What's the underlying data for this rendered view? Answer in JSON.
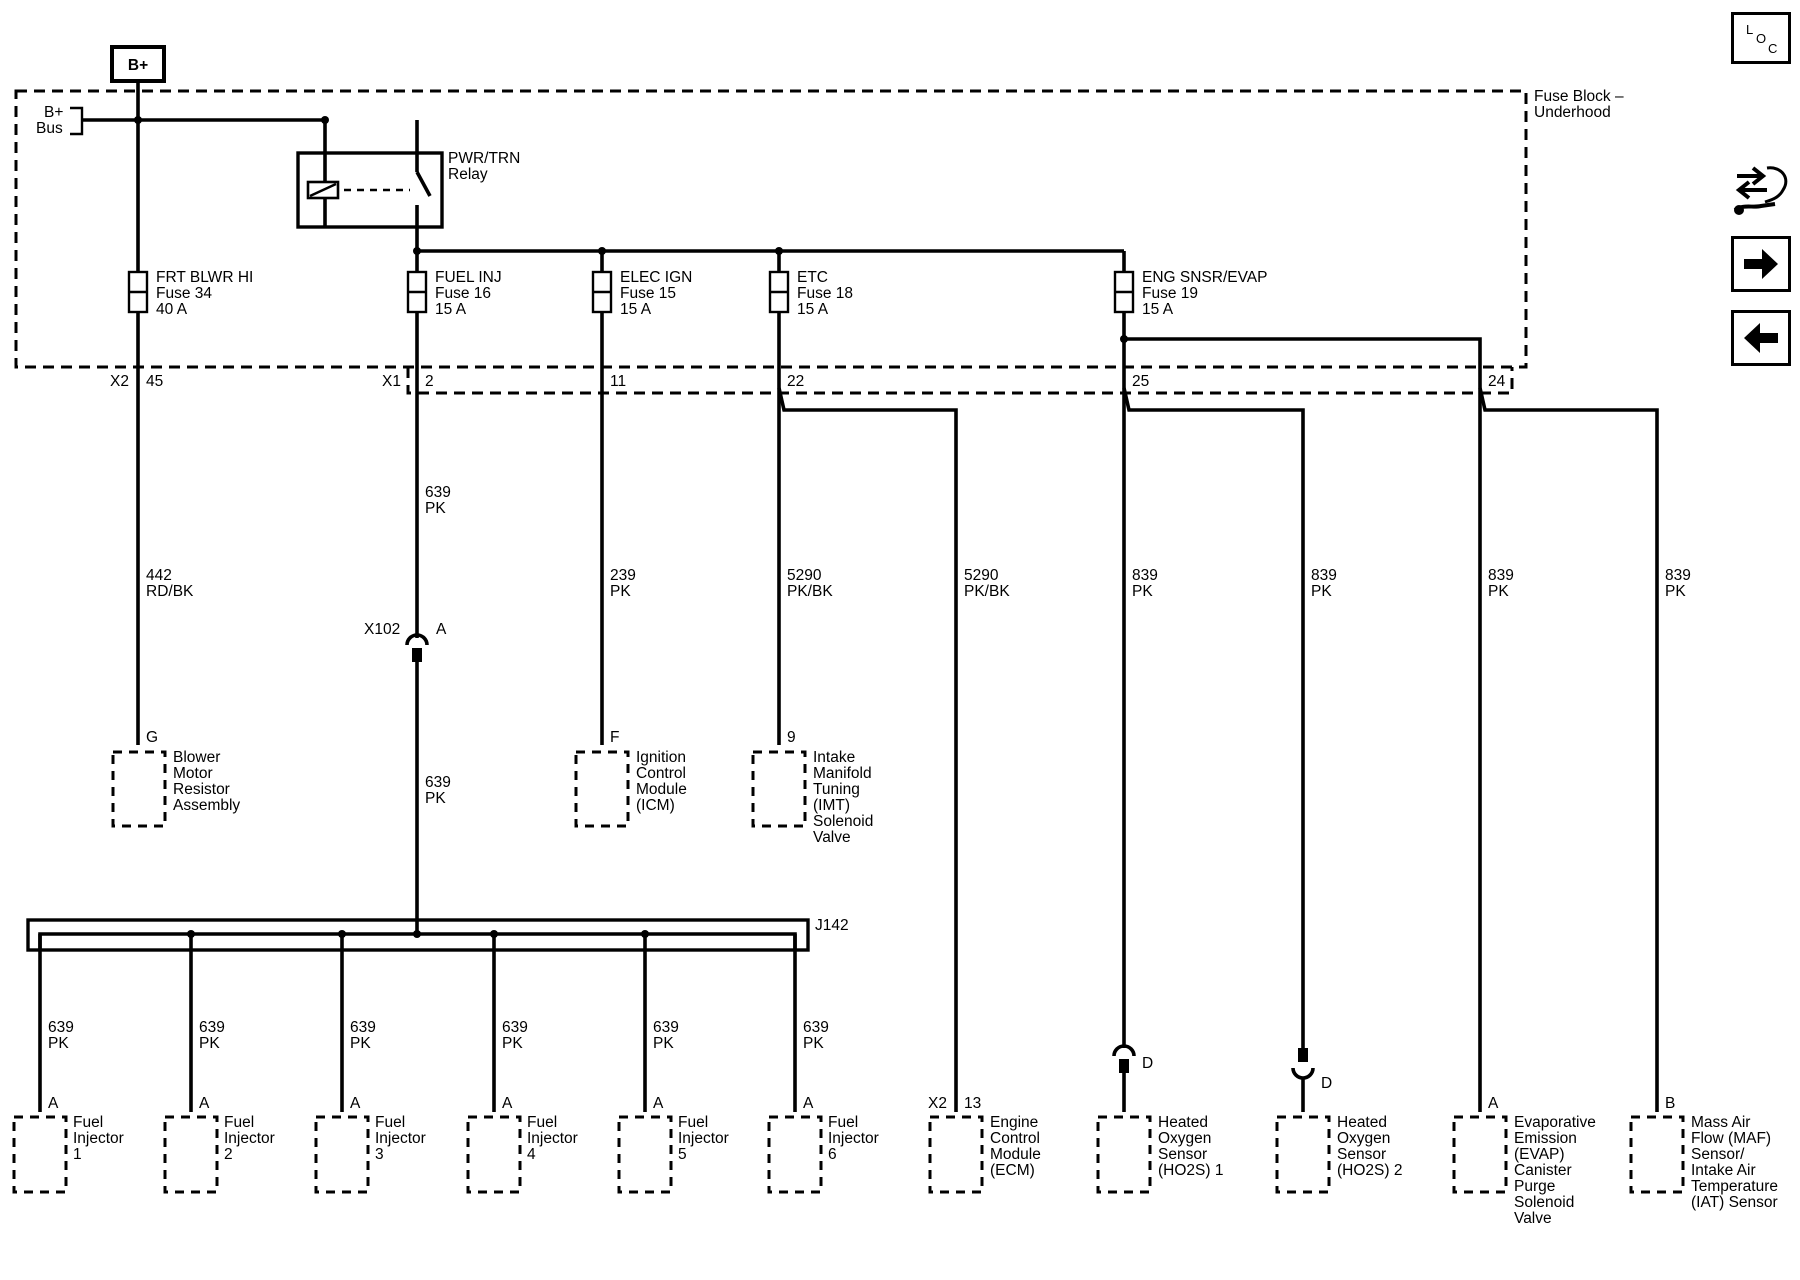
{
  "header": {
    "battery_label": "B+",
    "loc_letters": [
      "L",
      "O",
      "C"
    ]
  },
  "fuse_block": {
    "title_line1": "Fuse Block –",
    "title_line2": "Underhood",
    "bus_line1": "B+",
    "bus_line2": "Bus",
    "relay_line1": "PWR/TRN",
    "relay_line2": "Relay"
  },
  "fuses": [
    {
      "name": "FRT BLWR HI",
      "number": "Fuse 34",
      "rating": "40 A"
    },
    {
      "name": "FUEL INJ",
      "number": "Fuse 16",
      "rating": "15 A"
    },
    {
      "name": "ELEC IGN",
      "number": "Fuse 15",
      "rating": "15 A"
    },
    {
      "name": "ETC",
      "number": "Fuse 18",
      "rating": "15 A"
    },
    {
      "name": "ENG SNSR/EVAP",
      "number": "Fuse 19",
      "rating": "15 A"
    }
  ],
  "connectors": {
    "x2": "X2",
    "x2_pin": "45",
    "x1": "X1",
    "x1_pins": [
      "2",
      "11",
      "22",
      "25",
      "24"
    ],
    "x102": "X102",
    "x102_pin": "A",
    "j142": "J142",
    "ecm_conn": "X2",
    "ecm_pin": "13"
  },
  "wires": {
    "blower": {
      "circuit": "442",
      "color": "RD/BK"
    },
    "fuel_inj_upper": {
      "circuit": "639",
      "color": "PK"
    },
    "fuel_inj_lower": {
      "circuit": "639",
      "color": "PK"
    },
    "icm": {
      "circuit": "239",
      "color": "PK"
    },
    "imt": {
      "circuit": "5290",
      "color": "PK/BK"
    },
    "ecm": {
      "circuit": "5290",
      "color": "PK/BK"
    },
    "ho2s1": {
      "circuit": "839",
      "color": "PK"
    },
    "ho2s2": {
      "circuit": "839",
      "color": "PK"
    },
    "evap": {
      "circuit": "839",
      "color": "PK"
    },
    "maf": {
      "circuit": "839",
      "color": "PK"
    },
    "injector_circuit": "639",
    "injector_color": "PK"
  },
  "upper_components": [
    {
      "pin": "G",
      "lines": [
        "Blower",
        "Motor",
        "Resistor",
        "Assembly"
      ]
    },
    {
      "pin": "F",
      "lines": [
        "Ignition",
        "Control",
        "Module",
        "(ICM)"
      ]
    },
    {
      "pin": "9",
      "lines": [
        "Intake",
        "Manifold",
        "Tuning",
        "(IMT)",
        "Solenoid",
        "Valve"
      ]
    }
  ],
  "injectors": [
    {
      "pin": "A",
      "line1": "Fuel",
      "line2": "Injector",
      "line3": "1"
    },
    {
      "pin": "A",
      "line1": "Fuel",
      "line2": "Injector",
      "line3": "2"
    },
    {
      "pin": "A",
      "line1": "Fuel",
      "line2": "Injector",
      "line3": "3"
    },
    {
      "pin": "A",
      "line1": "Fuel",
      "line2": "Injector",
      "line3": "4"
    },
    {
      "pin": "A",
      "line1": "Fuel",
      "line2": "Injector",
      "line3": "5"
    },
    {
      "pin": "A",
      "line1": "Fuel",
      "line2": "Injector",
      "line3": "6"
    }
  ],
  "lower_components": [
    {
      "pin": "",
      "lines": [
        "Engine",
        "Control",
        "Module",
        "(ECM)"
      ]
    },
    {
      "pin": "D",
      "lines": [
        "Heated",
        "Oxygen",
        "Sensor",
        "(HO2S) 1"
      ]
    },
    {
      "pin": "D",
      "lines": [
        "Heated",
        "Oxygen",
        "Sensor",
        "(HO2S) 2"
      ]
    },
    {
      "pin": "A",
      "lines": [
        "Evaporative",
        "Emission",
        "(EVAP)",
        "Canister",
        "Purge",
        "Solenoid",
        "Valve"
      ]
    },
    {
      "pin": "B",
      "lines": [
        "Mass Air",
        "Flow (MAF)",
        "Sensor/",
        "Intake Air",
        "Temperature",
        "(IAT) Sensor"
      ]
    }
  ],
  "nav": {
    "diag_icon": "diagnostic-arrows-wrench-icon",
    "next_icon": "arrow-right-icon",
    "prev_icon": "arrow-left-icon"
  }
}
